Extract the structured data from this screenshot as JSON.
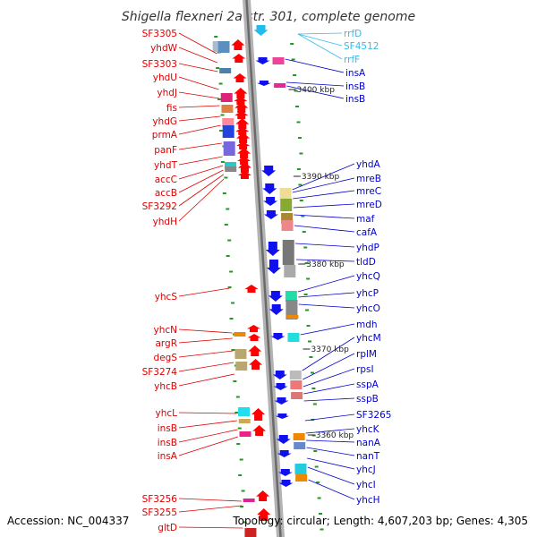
{
  "title": "Shigella flexneri 2a str. 301, complete genome",
  "footer": {
    "accession": "Accession: NC_004337",
    "topology": "Topology: circular; Length: 4,607,203 bp; Genes: 4,305"
  },
  "colors": {
    "reverse_strand_label": "#dd0000",
    "forward_strand_label": "#0000cc",
    "rna_label": "#33bbee",
    "reverse_strand_arrow": "#ff0000",
    "forward_strand_arrow": "#1010ee",
    "rna_arrow": "#22bbee",
    "backbone": "#888888",
    "tick": "#229922"
  },
  "scale_marks": [
    "3400 kbp",
    "3390 kbp",
    "3380 kbp",
    "3370 kbp",
    "3360 kbp"
  ],
  "left_labels": [
    "SF3305",
    "yhdW",
    "SF3303",
    "yhdU",
    "yhdJ",
    "fis",
    "yhdG",
    "prmA",
    "panF",
    "yhdT",
    "accC",
    "accB",
    "SF3292",
    "yhdH",
    "yhcS",
    "yhcN",
    "argR",
    "degS",
    "SF3274",
    "yhcB",
    "yhcL",
    "insB",
    "insB",
    "insA",
    "SF3256",
    "SF3255",
    "gltD"
  ],
  "right_rna_labels": [
    "rrfD",
    "SF4512",
    "rrfF"
  ],
  "right_labels": [
    "insA",
    "insB",
    "insB",
    "yhdA",
    "mreB",
    "mreC",
    "mreD",
    "maf",
    "cafA",
    "yhdP",
    "tldD",
    "yhcQ",
    "yhcP",
    "yhcO",
    "mdh",
    "yhcM",
    "rplM",
    "rpsI",
    "sspA",
    "sspB",
    "SF3265",
    "yhcK",
    "nanA",
    "nanT",
    "yhcJ",
    "yhcI",
    "yhcH"
  ]
}
